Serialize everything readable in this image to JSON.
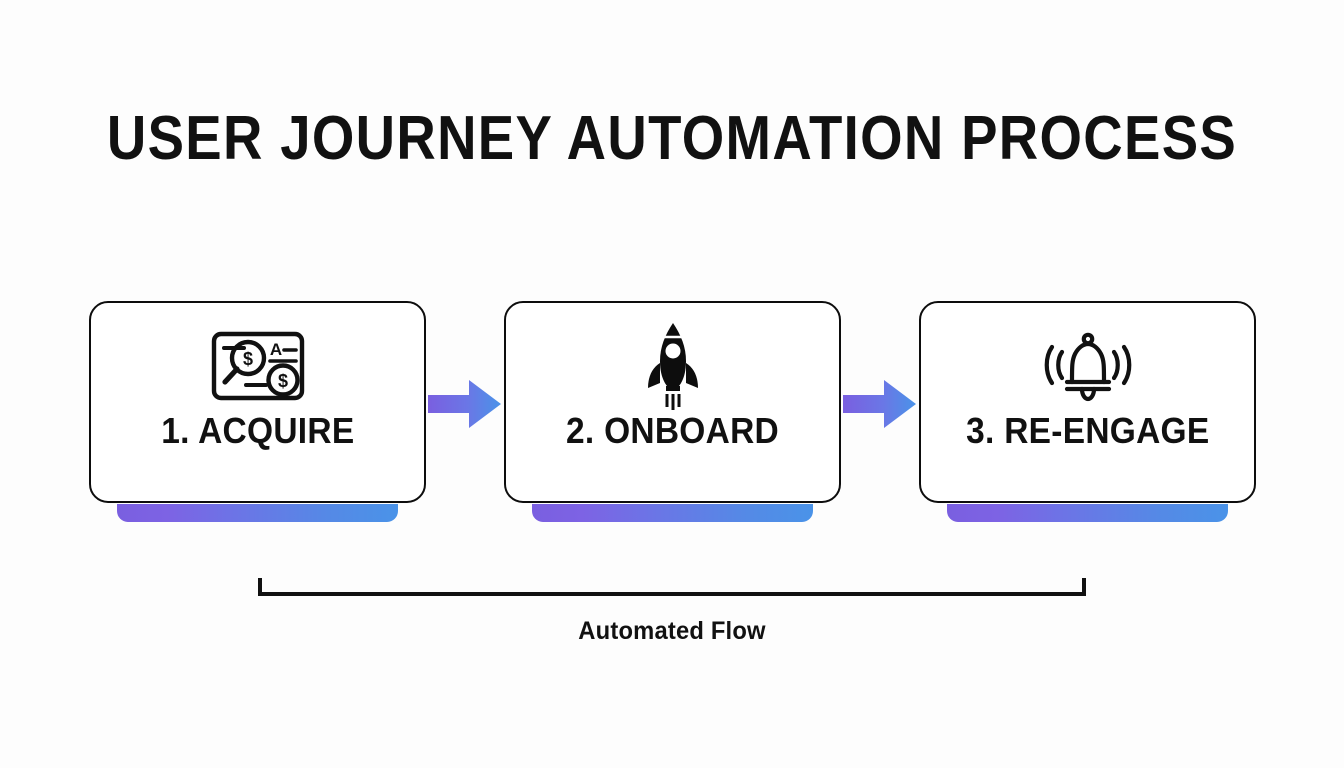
{
  "page": {
    "title": "USER JOURNEY AUTOMATION PROCESS",
    "background_color": "#fdfdfd",
    "text_color": "#111111"
  },
  "theme": {
    "accent_gradient_start": "#7a5fe0",
    "accent_gradient_end": "#4a93e8",
    "card_border_color": "#0d0d0d",
    "card_background": "#ffffff"
  },
  "steps": [
    {
      "index": "1",
      "label": "1. ACQUIRE",
      "icon": "magnifier-money-card-icon"
    },
    {
      "index": "2",
      "label": "2. ONBOARD",
      "icon": "rocket-icon"
    },
    {
      "index": "3",
      "label": "3. RE-ENGAGE",
      "icon": "ringing-bell-icon"
    }
  ],
  "connectors": [
    {
      "icon": "arrow-right-icon",
      "from": "1. ACQUIRE",
      "to": "2. ONBOARD"
    },
    {
      "icon": "arrow-right-icon",
      "from": "2. ONBOARD",
      "to": "3. RE-ENGAGE"
    }
  ],
  "flow_bracket": {
    "caption": "Automated Flow",
    "spans_steps": [
      "1. ACQUIRE",
      "2. ONBOARD",
      "3. RE-ENGAGE"
    ]
  }
}
